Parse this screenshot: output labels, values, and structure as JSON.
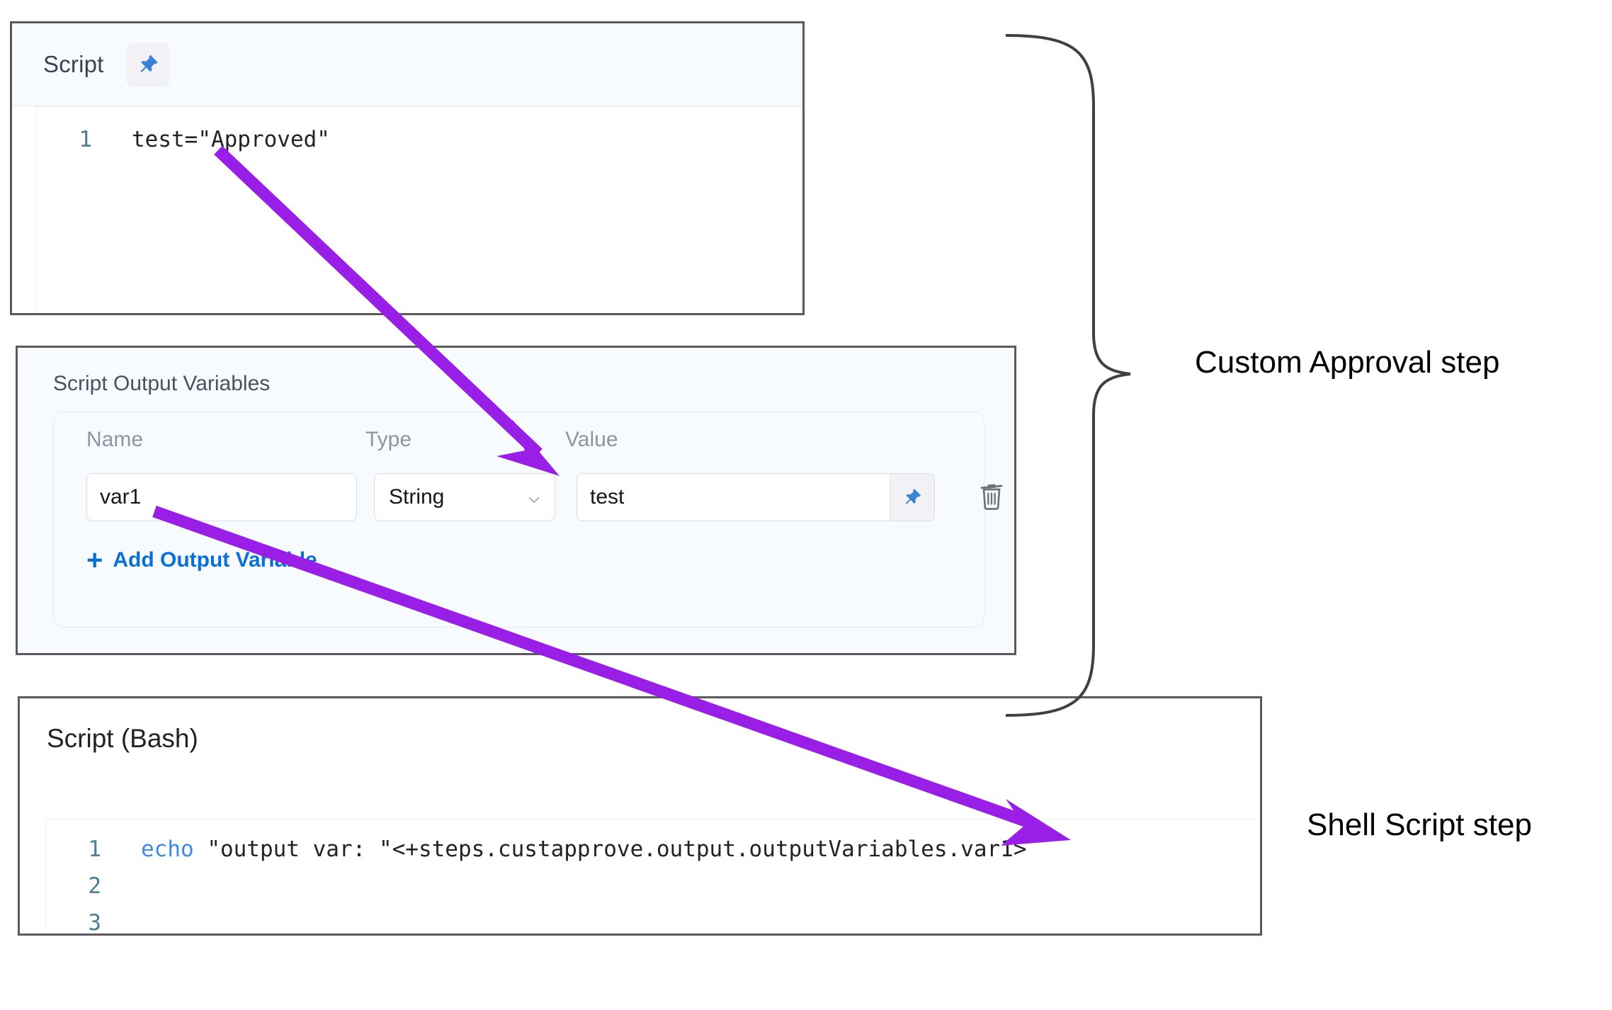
{
  "script_panel": {
    "title": "Script",
    "pin_icon": "pushpin-icon",
    "code_lines": [
      {
        "number": "1",
        "text": "test=\"Approved\""
      }
    ]
  },
  "script_output_variables": {
    "title": "Script Output Variables",
    "columns": {
      "name": "Name",
      "type": "Type",
      "value": "Value"
    },
    "rows": [
      {
        "name": "var1",
        "type": "String",
        "value": "test",
        "pin_icon": "pushpin-icon",
        "delete_icon": "trash-icon",
        "type_chevron_icon": "chevron-down-icon"
      }
    ],
    "add_variable_label": "Add Output Variable",
    "add_variable_plus": "+"
  },
  "bash_panel": {
    "title": "Script (Bash)",
    "code_lines": [
      {
        "number": "1",
        "keyword": "echo",
        "string": " \"output var: \"",
        "expression": "<+steps.custapprove.output.outputVariables.var1>"
      },
      {
        "number": "2",
        "keyword": "",
        "string": "",
        "expression": ""
      },
      {
        "number": "3",
        "keyword": "",
        "string": "",
        "expression": ""
      }
    ]
  },
  "annotations": {
    "brace_label": "Custom Approval step",
    "shell_label": "Shell Script step",
    "arrow_color": "#9a1fe6",
    "brace_color": "#3f3f46"
  },
  "colors": {
    "panel_border": "#5a5a5e",
    "panel_tint": "#f7fbfe",
    "link_blue": "#0b70d4",
    "pin_blue": "#3b82d4",
    "line_number": "#4a7f96",
    "label_gray": "#8e93a6"
  }
}
